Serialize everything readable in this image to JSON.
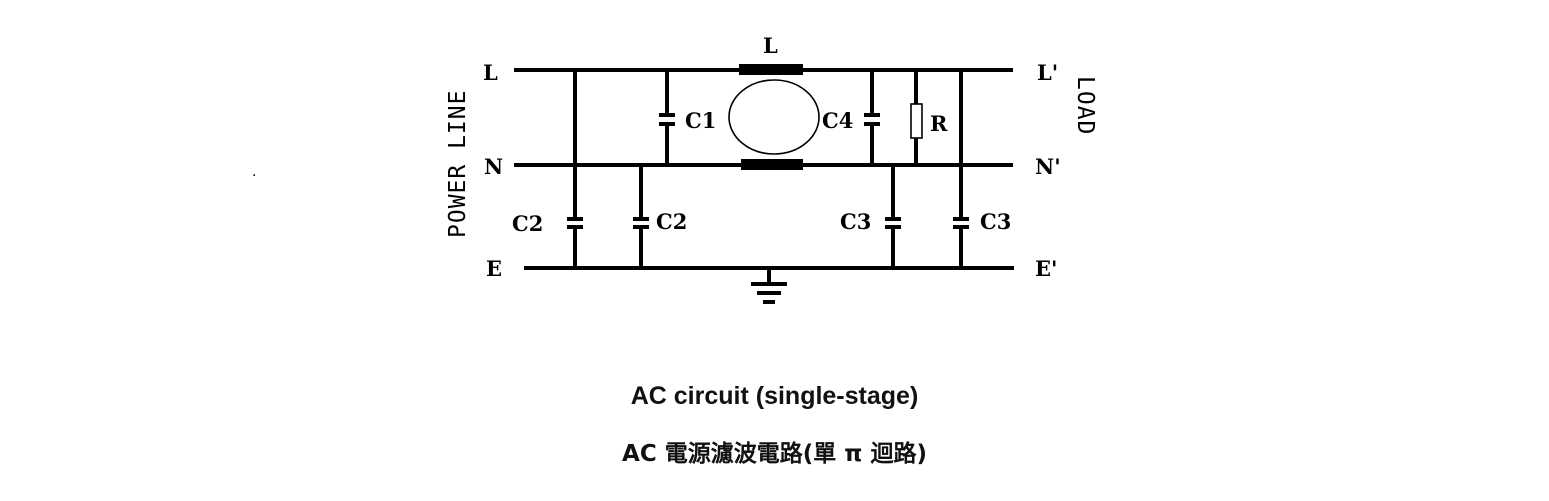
{
  "diagram": {
    "side_labels": {
      "source": "POWER LINE",
      "load": "LOAD"
    },
    "terminals": {
      "line_in": "L",
      "neutral_in": "N",
      "earth_in": "E",
      "line_out": "L'",
      "neutral_out": "N'",
      "earth_out": "E'"
    },
    "components": {
      "choke": "L",
      "x_cap_in": "C1",
      "x_cap_out": "C4",
      "resistor": "R",
      "y_cap_in_1": "C2",
      "y_cap_in_2": "C2",
      "y_cap_out_1": "C3",
      "y_cap_out_2": "C3"
    },
    "dot": "."
  },
  "captions": {
    "english": "AC circuit (single-stage)",
    "chinese": "AC 電源濾波電路(單 π 迴路)"
  }
}
